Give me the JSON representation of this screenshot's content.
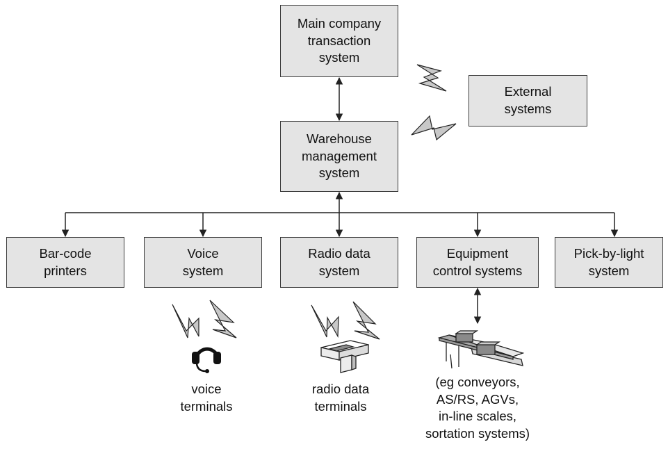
{
  "boxes": {
    "main": "Main company\ntransaction\nsystem",
    "external": "External\nsystems",
    "wms": "Warehouse\nmanagement\nsystem",
    "barcode": "Bar-code\nprinters",
    "voice": "Voice\nsystem",
    "radio": "Radio data\nsystem",
    "equipment": "Equipment\ncontrol systems",
    "pick": "Pick-by-light\nsystem"
  },
  "captions": {
    "voice": "voice\nterminals",
    "radio": "radio data\nterminals",
    "equipment": "(eg conveyors,\nAS/RS, AGVs,\nin-line scales,\nsortation systems)"
  },
  "icons": [
    "lightning-icon",
    "headset-icon",
    "handheld-terminal-icon",
    "conveyor-icon"
  ],
  "colors": {
    "box_fill": "#e4e4e4",
    "box_border": "#3a3a3a",
    "bolt_fill": "#c8c8c8"
  }
}
